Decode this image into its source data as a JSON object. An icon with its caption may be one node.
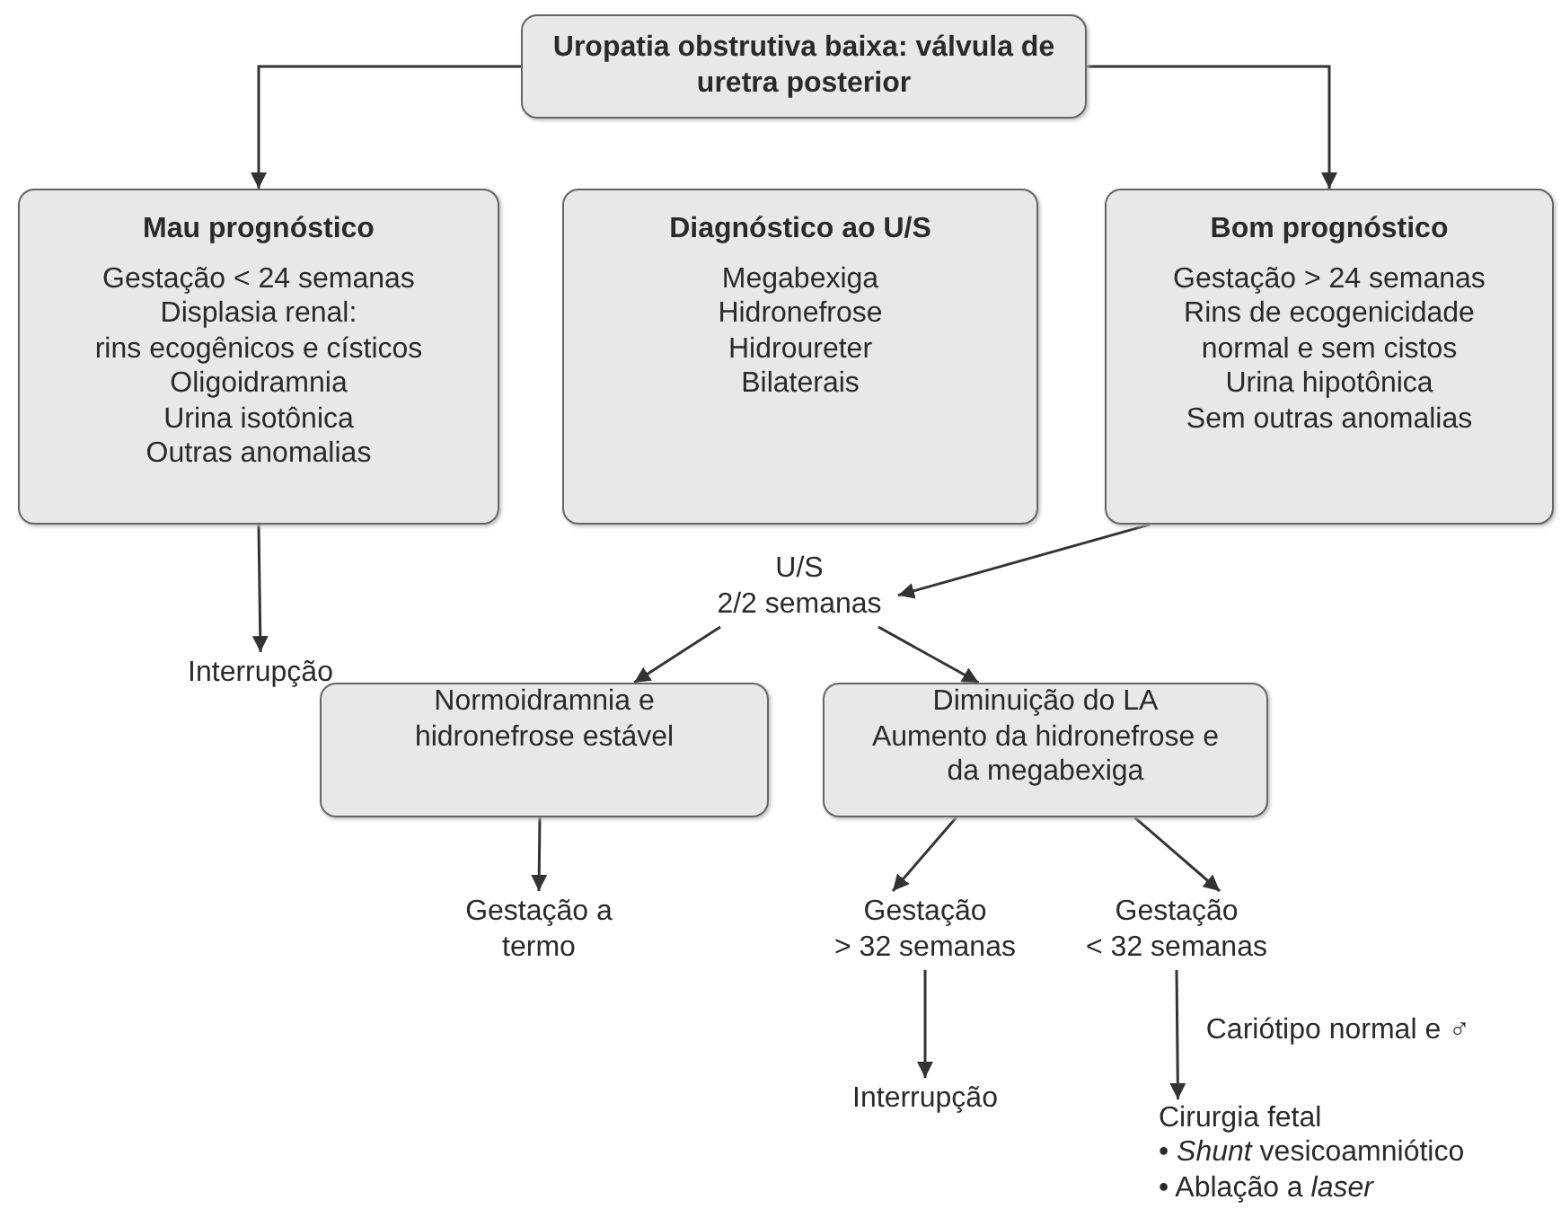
{
  "diagram": {
    "nodes": [
      {
        "text": [
          "Uropatia obstrutiva baixa: válvula de uretra posterior"
        ]
      },
      {
        "text": [
          "Mau prognóstico",
          "Gestação < 24 semanas",
          "Displasia renal:",
          "rins ecogênicos e císticos",
          "Oligoidramnia",
          "Urina isotônica",
          "Outras anomalias"
        ]
      },
      {
        "text": [
          "Diagnóstico ao U/S",
          "Megabexiga",
          "Hidronefrose",
          "Hidroureter",
          "Bilaterais"
        ]
      },
      {
        "text": [
          "Bom prognóstico",
          "Gestação > 24 semanas",
          "Rins de ecogenicidade normal e sem cistos",
          "Urina hipotônica",
          "Sem outras anomalias"
        ]
      },
      {
        "text": [
          "Interrupção"
        ]
      },
      {
        "text": [
          "U/S",
          "2/2 semanas"
        ]
      },
      {
        "text": [
          "Normoidramnia e hidronefrose estável"
        ]
      },
      {
        "text": [
          "Diminuição do LA",
          "Aumento da hidronefrose e da megabexiga"
        ]
      },
      {
        "text": [
          "Gestação a termo"
        ]
      },
      {
        "text": [
          "Gestação",
          "> 32 semanas"
        ]
      },
      {
        "text": [
          "Gestação",
          "< 32 semanas"
        ]
      },
      {
        "text": [
          "Interrupção"
        ]
      },
      {
        "text": [
          "Cirurgia fetal",
          "• *Shunt* vesicoamniótico",
          "• Ablação a *laser*"
        ]
      }
    ],
    "edges": [
      {
        "from": 0,
        "to": 1,
        "arrow": "to"
      },
      {
        "from": 0,
        "to": 3,
        "arrow": "to"
      },
      {
        "from": 1,
        "to": 4,
        "arrow": "to"
      },
      {
        "from": 3,
        "to": 5,
        "arrow": "to"
      },
      {
        "from": 5,
        "to": 6,
        "arrow": "to"
      },
      {
        "from": 5,
        "to": 7,
        "arrow": "to"
      },
      {
        "from": 6,
        "to": 8,
        "arrow": "to"
      },
      {
        "from": 7,
        "to": 9,
        "arrow": "to"
      },
      {
        "from": 7,
        "to": 10,
        "arrow": "to"
      },
      {
        "from": 9,
        "to": 11,
        "arrow": "to"
      },
      {
        "from": 10,
        "to": 12,
        "arrow": "to",
        "label": "Cariótipo normal e ♂"
      }
    ]
  }
}
